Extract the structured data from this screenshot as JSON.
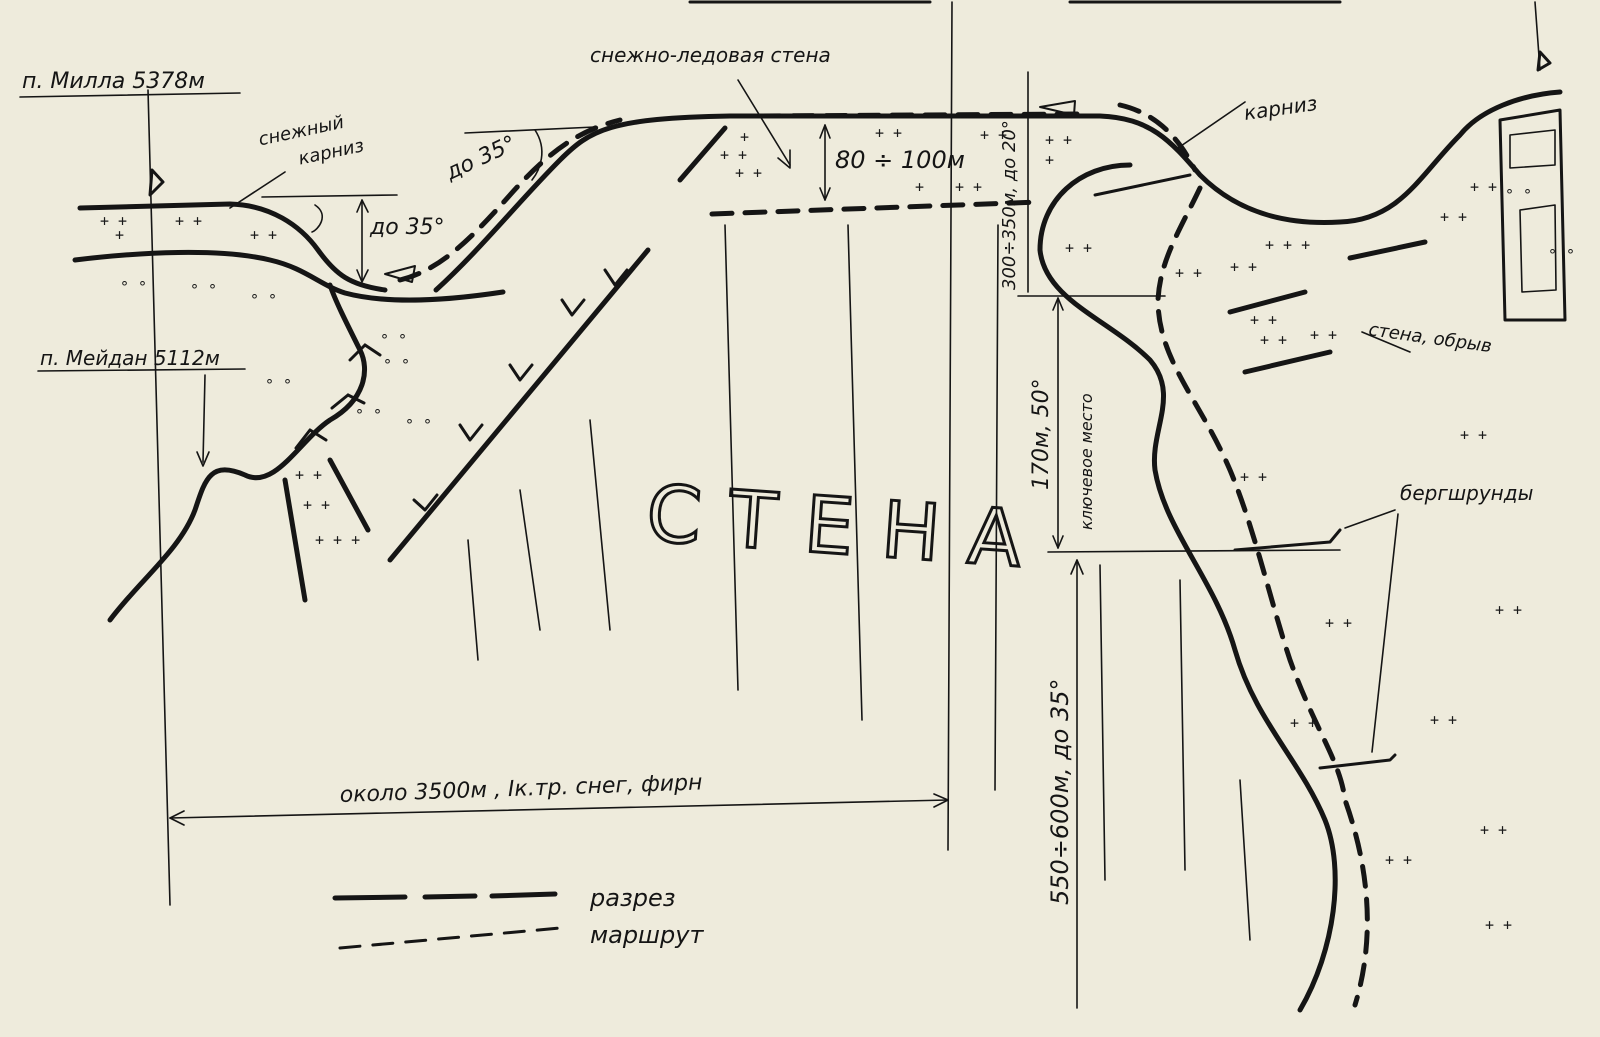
{
  "peaks": {
    "milla": "п. Милла 5378м",
    "meydan": "п. Мейдан 5112м"
  },
  "annotations": {
    "snow_cornice": [
      "снежный",
      "карниз"
    ],
    "slope_1": "до 35°",
    "slope_2": "до 35°",
    "snow_ice_wall": "снежно-ледовая стена",
    "wall_height": "80 ÷ 100м",
    "side_height": "300÷350м, до 20°",
    "cornice": "карниз",
    "wall_drop": "стена, обрыв",
    "key_place_len": "170м, 50°",
    "key_place": "ключевое место",
    "wall": "СТЕНА",
    "bergschrunds": "бергшрунды",
    "lower_slope": "550÷600м, до 35°",
    "distance": "около 3500м , Iк.тр. снег, фирн"
  },
  "legend": {
    "section": "разрез",
    "route": "маршрут"
  },
  "colors": {
    "paper": "#eeebdc",
    "ink": "#151515"
  }
}
